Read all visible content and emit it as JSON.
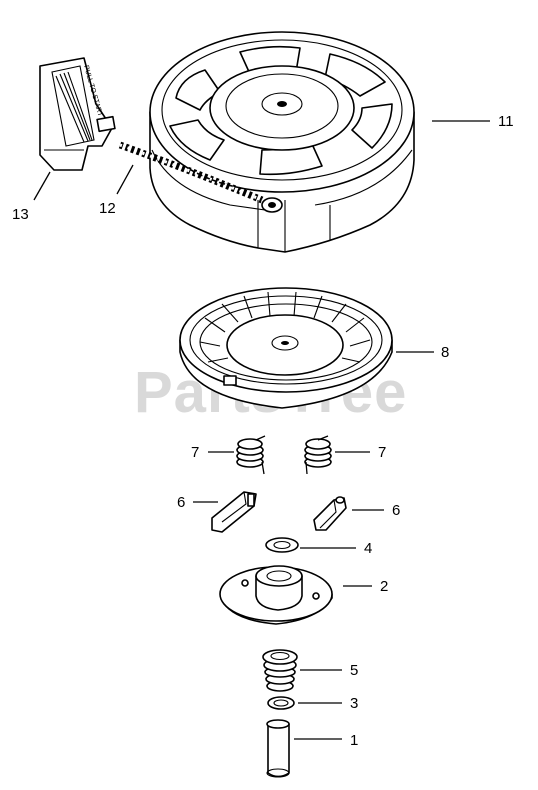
{
  "watermark": {
    "text": "PartsTree"
  },
  "handle_text": "PULL TO START",
  "labels": [
    {
      "id": "label-1",
      "text": "1"
    },
    {
      "id": "label-2",
      "text": "2"
    },
    {
      "id": "label-3",
      "text": "3"
    },
    {
      "id": "label-4",
      "text": "4"
    },
    {
      "id": "label-5",
      "text": "5"
    },
    {
      "id": "label-6a",
      "text": "6"
    },
    {
      "id": "label-6b",
      "text": "6"
    },
    {
      "id": "label-7a",
      "text": "7"
    },
    {
      "id": "label-7b",
      "text": "7"
    },
    {
      "id": "label-8",
      "text": "8"
    },
    {
      "id": "label-11",
      "text": "11"
    },
    {
      "id": "label-12",
      "text": "12"
    },
    {
      "id": "label-13",
      "text": "13"
    }
  ]
}
